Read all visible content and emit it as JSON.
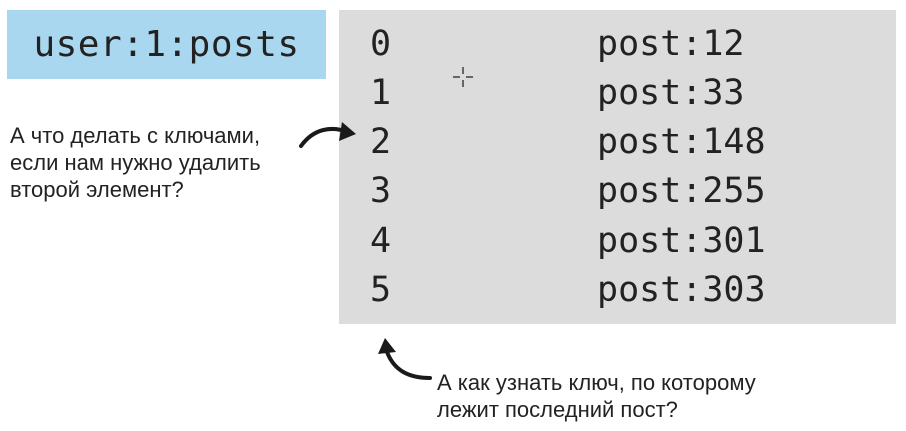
{
  "key": {
    "label": "user:1:posts"
  },
  "list": {
    "items": [
      {
        "index": "0",
        "value": "post:12"
      },
      {
        "index": "1",
        "value": "post:33"
      },
      {
        "index": "2",
        "value": "post:148"
      },
      {
        "index": "3",
        "value": "post:255"
      },
      {
        "index": "4",
        "value": "post:301"
      },
      {
        "index": "5",
        "value": "post:303"
      }
    ]
  },
  "annotations": {
    "left": {
      "lines": [
        "А что делать с ключами,",
        "если нам нужно удалить",
        "второй элемент?"
      ]
    },
    "bottom": {
      "lines": [
        "А как узнать ключ, по которому",
        "лежит последний пост?"
      ]
    }
  },
  "colors": {
    "key_box": "#a9d7ef",
    "list_panel": "#dcdcdc",
    "text": "#222222"
  },
  "icons": {
    "cursor": "crosshair-cursor-icon",
    "arrows": "curved-arrow-icon"
  }
}
